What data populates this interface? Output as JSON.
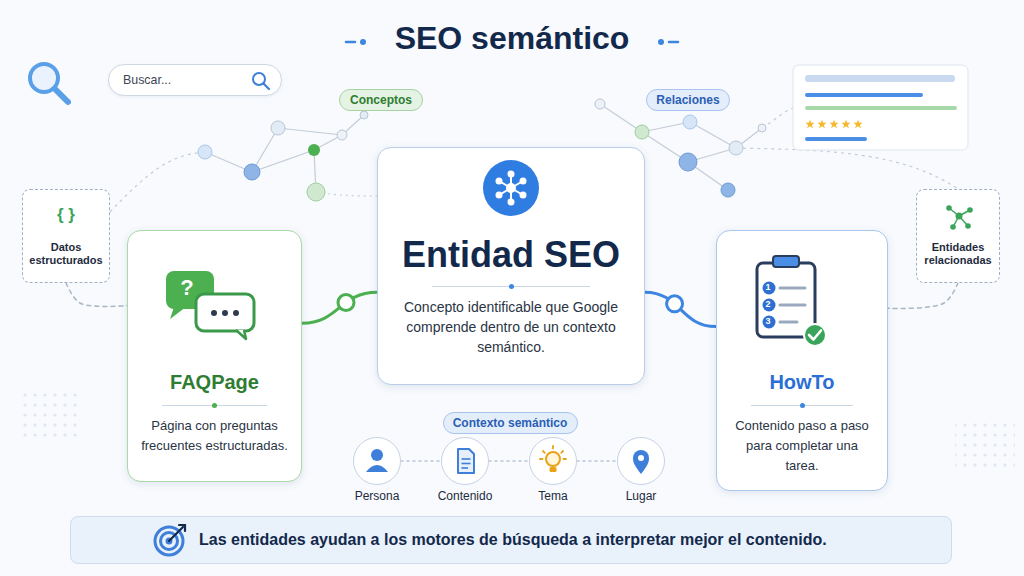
{
  "diagram": {
    "title": "SEO semántico",
    "nodes": [
      {
        "text": [
          "Buscar..."
        ]
      },
      {
        "text": [
          "Conceptos"
        ]
      },
      {
        "text": [
          "Relaciones"
        ]
      },
      {
        "text": [
          "Datos estructurados"
        ]
      },
      {
        "text": [
          "Entidad SEO",
          "Concepto identificable que Google comprende dentro de un contexto semántico."
        ]
      },
      {
        "text": [
          "Entidades relacionadas"
        ]
      },
      {
        "text": [
          "FAQPage",
          "Página con preguntas frecuentes estructuradas."
        ]
      },
      {
        "text": [
          "HowTo",
          "Contenido paso a paso para completar una tarea."
        ]
      },
      {
        "text": [
          "Contexto semántico"
        ]
      },
      {
        "text": [
          "Persona"
        ]
      },
      {
        "text": [
          "Contenido"
        ]
      },
      {
        "text": [
          "Tema"
        ]
      },
      {
        "text": [
          "Lugar"
        ]
      },
      {
        "text": [
          "Las entidades ayudan a los motores de búsqueda a interpretar mejor el contenido."
        ]
      }
    ],
    "edges": [
      {
        "from": 6,
        "to": 4,
        "arrow": "none"
      },
      {
        "from": 4,
        "to": 7,
        "arrow": "none"
      },
      {
        "from": 3,
        "to": 6,
        "arrow": "none"
      },
      {
        "from": 5,
        "to": 7,
        "arrow": "none"
      },
      {
        "from": 9,
        "to": 10,
        "arrow": "none"
      },
      {
        "from": 10,
        "to": 11,
        "arrow": "none"
      },
      {
        "from": 11,
        "to": 12,
        "arrow": "none"
      }
    ],
    "labels": [
      "{ }",
      "?",
      "1",
      "2",
      "3"
    ]
  }
}
